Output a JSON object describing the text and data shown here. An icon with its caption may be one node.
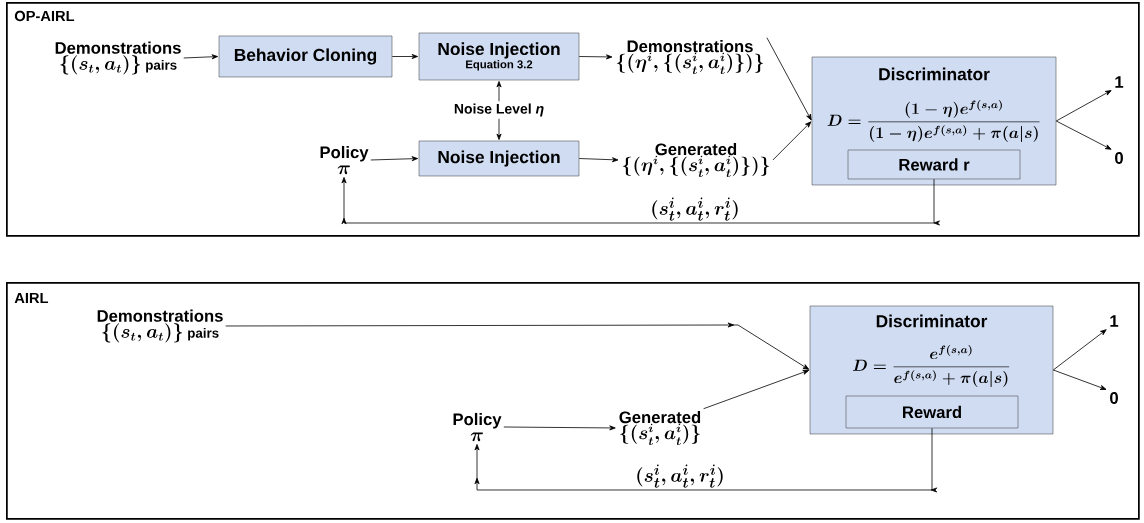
{
  "diagram": {
    "nodes": [
      {
        "text": [
          "OP-AIRL"
        ]
      },
      {
        "text": [
          "Demonstrations",
          "\\{(s_t, a_t)\\}",
          "pairs"
        ],
        "in": 0
      },
      {
        "text": [
          "Behavior Cloning"
        ],
        "in": 0
      },
      {
        "text": [
          "Noise Injection",
          "Equation 3.2"
        ],
        "in": 0
      },
      {
        "text": [
          "Demonstrations",
          "\\{(\\eta^i, \\{(s_t^i, a_t^i)\\})\\}"
        ],
        "in": 0
      },
      {
        "text": [
          "Noise Level *η*"
        ],
        "in": 0
      },
      {
        "text": [
          "Policy",
          "\\pi"
        ],
        "in": 0
      },
      {
        "text": [
          "Noise Injection"
        ],
        "in": 0
      },
      {
        "text": [
          "Generated",
          "\\{(\\eta^i, \\{(s_t^i, a_t^i)\\})\\}"
        ],
        "in": 0
      },
      {
        "text": [
          "Discriminator",
          "D = \\frac{(1-\\eta)e^{f(s,a)}}{(1-\\eta)e^{f(s,a)}+\\pi(a|s)}"
        ],
        "in": 0
      },
      {
        "text": [
          "Reward r"
        ],
        "in": 9
      },
      {
        "text": [
          "1"
        ],
        "in": 0
      },
      {
        "text": [
          "0"
        ],
        "in": 0
      },
      {
        "text": [
          "AIRL"
        ]
      },
      {
        "text": [
          "Demonstrations",
          "\\{(s_t, a_t)\\}",
          "pairs"
        ],
        "in": 13
      },
      {
        "text": [
          "Policy",
          "\\pi"
        ],
        "in": 13
      },
      {
        "text": [
          "Generated",
          "\\{(s_t^i, a_t^i)\\}"
        ],
        "in": 13
      },
      {
        "text": [
          "Discriminator",
          "D = \\frac{e^{f(s,a)}}{e^{f(s,a)}+\\pi(a|s)}"
        ],
        "in": 13
      },
      {
        "text": [
          "Reward"
        ],
        "in": 17
      },
      {
        "text": [
          "1"
        ],
        "in": 13
      },
      {
        "text": [
          "0"
        ],
        "in": 13
      }
    ],
    "edges": [
      {
        "from": 1,
        "to": 2,
        "arrow": "to"
      },
      {
        "from": 2,
        "to": 3,
        "arrow": "to"
      },
      {
        "from": 3,
        "to": 4,
        "arrow": "to"
      },
      {
        "from": 5,
        "to": 3,
        "arrow": "to"
      },
      {
        "from": 5,
        "to": 7,
        "arrow": "to"
      },
      {
        "from": 6,
        "to": 7,
        "arrow": "to"
      },
      {
        "from": 7,
        "to": 8,
        "arrow": "to"
      },
      {
        "from": 4,
        "to": 9,
        "arrow": "to"
      },
      {
        "from": 8,
        "to": 9,
        "arrow": "to"
      },
      {
        "from": 9,
        "to": 11,
        "arrow": "to"
      },
      {
        "from": 9,
        "to": 12,
        "arrow": "to"
      },
      {
        "from": 10,
        "to": 6,
        "arrow": "to",
        "label": "(s_t^i, a_t^i, r_t^i)"
      },
      {
        "from": 14,
        "to": 17,
        "arrow": "to"
      },
      {
        "from": 15,
        "to": 16,
        "arrow": "to"
      },
      {
        "from": 16,
        "to": 17,
        "arrow": "to"
      },
      {
        "from": 17,
        "to": 19,
        "arrow": "to"
      },
      {
        "from": 17,
        "to": 20,
        "arrow": "to"
      },
      {
        "from": 18,
        "to": 15,
        "arrow": "to",
        "label": "(s_t^i, a_t^i, r_t^i)"
      }
    ]
  }
}
